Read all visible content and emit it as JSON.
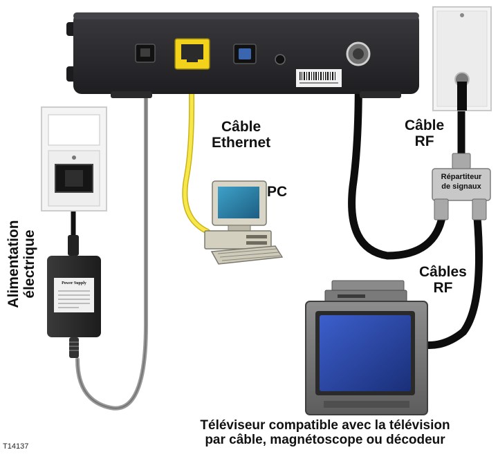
{
  "labels": {
    "ethernet_cable_line1": "Câble",
    "ethernet_cable_line2": "Ethernet",
    "pc": "PC",
    "rf_cable_line1": "Câble",
    "rf_cable_line2": "RF",
    "splitter_line1": "Répartiteur",
    "splitter_line2": "de signaux",
    "rf_cables_line1": "Câbles",
    "rf_cables_line2": "RF",
    "power_line1": "Alimentation",
    "power_line2": "électrique",
    "power_supply_tag": "Power Supply",
    "tv_caption_line1": "Téléviseur compatible avec la télévision",
    "tv_caption_line2": "par câble, magnétoscope ou décodeur",
    "figure_id": "T14137"
  },
  "colors": {
    "modem_body": "#2b2b2e",
    "ethernet_port": "#f2d21a",
    "ethernet_cable": "#f3e23a",
    "usb_port": "#3a66b0",
    "coax_cable": "#111111",
    "power_cable": "#7a7a7a",
    "tv_screen": "#2a4aa8",
    "wall_plate": "#f4f4f4"
  }
}
